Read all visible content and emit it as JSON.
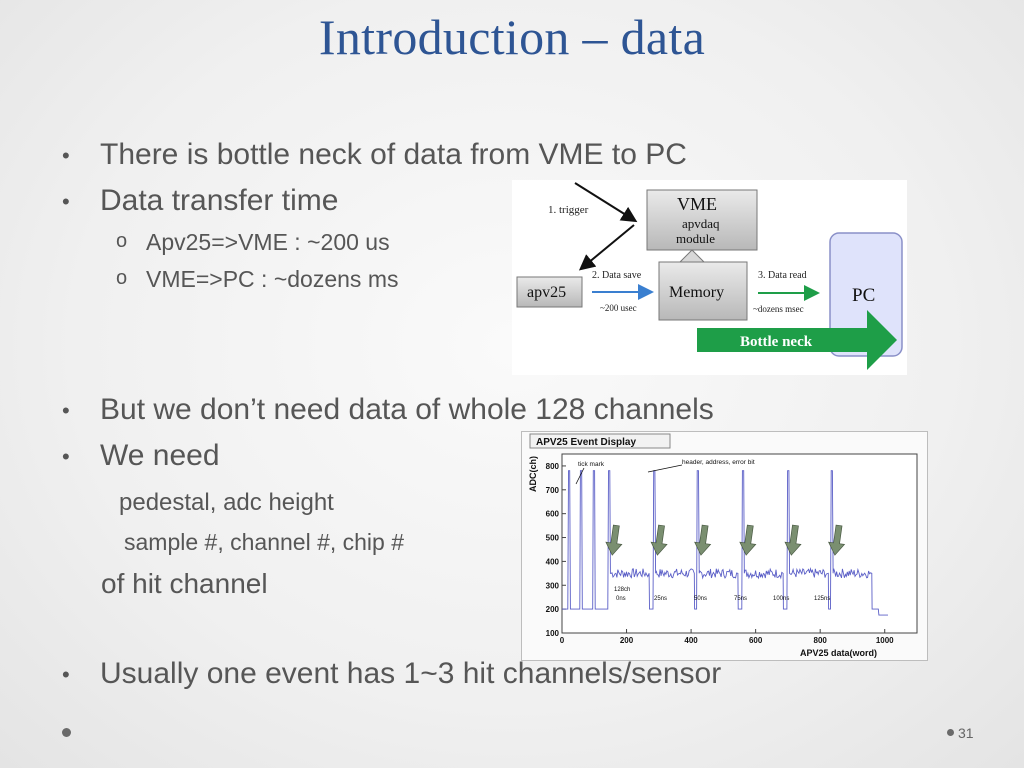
{
  "slide": {
    "title": "Introduction – data",
    "bullets": [
      "There is bottle neck of data from VME to PC",
      "Data transfer time",
      "But we don’t need data of whole 128 channels",
      "We need",
      "Usually one event has 1~3 hit channels/sensor"
    ],
    "sub_bullets": [
      "Apv25=>VME : ~200 us",
      "VME=>PC : ~dozens ms"
    ],
    "needs": {
      "line1": "pedestal, adc height",
      "line2": "sample #, channel #, chip #",
      "line3": "of hit channel"
    },
    "page_number": "31"
  },
  "diagram": {
    "trigger": "1. trigger",
    "vme_title": "VME",
    "vme_sub1": "apvdaq",
    "vme_sub2": "module",
    "apv25": "apv25",
    "data_save": "2. Data save",
    "save_time": "~200 usec",
    "memory": "Memory",
    "data_read": "3. Data read",
    "read_time": "~dozens msec",
    "pc": "PC",
    "bottleneck": "Bottle neck",
    "colors": {
      "green_arrow": "#1e9e48",
      "blue_arrow": "#3a7fd0",
      "pc_fill": "#dfe3fb"
    }
  },
  "chart_data": {
    "type": "line",
    "title": "APV25 Event Display",
    "xlabel": "APV25 data(word)",
    "ylabel": "ADC(ch)",
    "xlim": [
      0,
      1100
    ],
    "ylim": [
      100,
      850
    ],
    "x_ticks": [
      "0",
      "200",
      "400",
      "600",
      "800",
      "1000"
    ],
    "y_ticks": [
      "100",
      "200",
      "300",
      "400",
      "500",
      "600",
      "700",
      "800"
    ],
    "annotations": [
      "tick mark",
      "header, address, error bit",
      "128ch",
      "0ns",
      "25ns",
      "50ns",
      "75ns",
      "100ns",
      "125ns"
    ],
    "baseline_level": 350,
    "peak_level": 780,
    "low_level": 200,
    "sample_groups_x": [
      150,
      290,
      425,
      565,
      705,
      840
    ],
    "series_color": "#5b5fc7",
    "marker_color": "#7a8f70"
  }
}
